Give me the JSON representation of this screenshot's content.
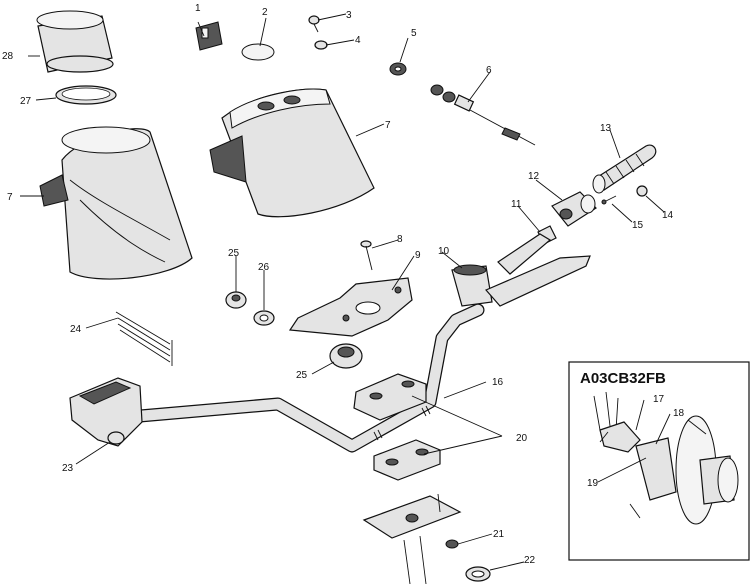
{
  "callouts": {
    "c1": "1",
    "c2": "2",
    "c3": "3",
    "c4": "4",
    "c5": "5",
    "c6": "6",
    "c7a": "7",
    "c7b": "7",
    "c8": "8",
    "c9": "9",
    "c10": "10",
    "c11": "11",
    "c12": "12",
    "c13": "13",
    "c14": "14",
    "c15": "15",
    "c16": "16",
    "c20": "20",
    "c21": "21",
    "c22": "22",
    "c23": "23",
    "c24": "24",
    "c25a": "25",
    "c25b": "25",
    "c26": "26",
    "c27": "27",
    "c28": "28"
  },
  "inset": {
    "title": "A03CB32FB",
    "c17": "17",
    "c18": "18",
    "c19": "19"
  }
}
